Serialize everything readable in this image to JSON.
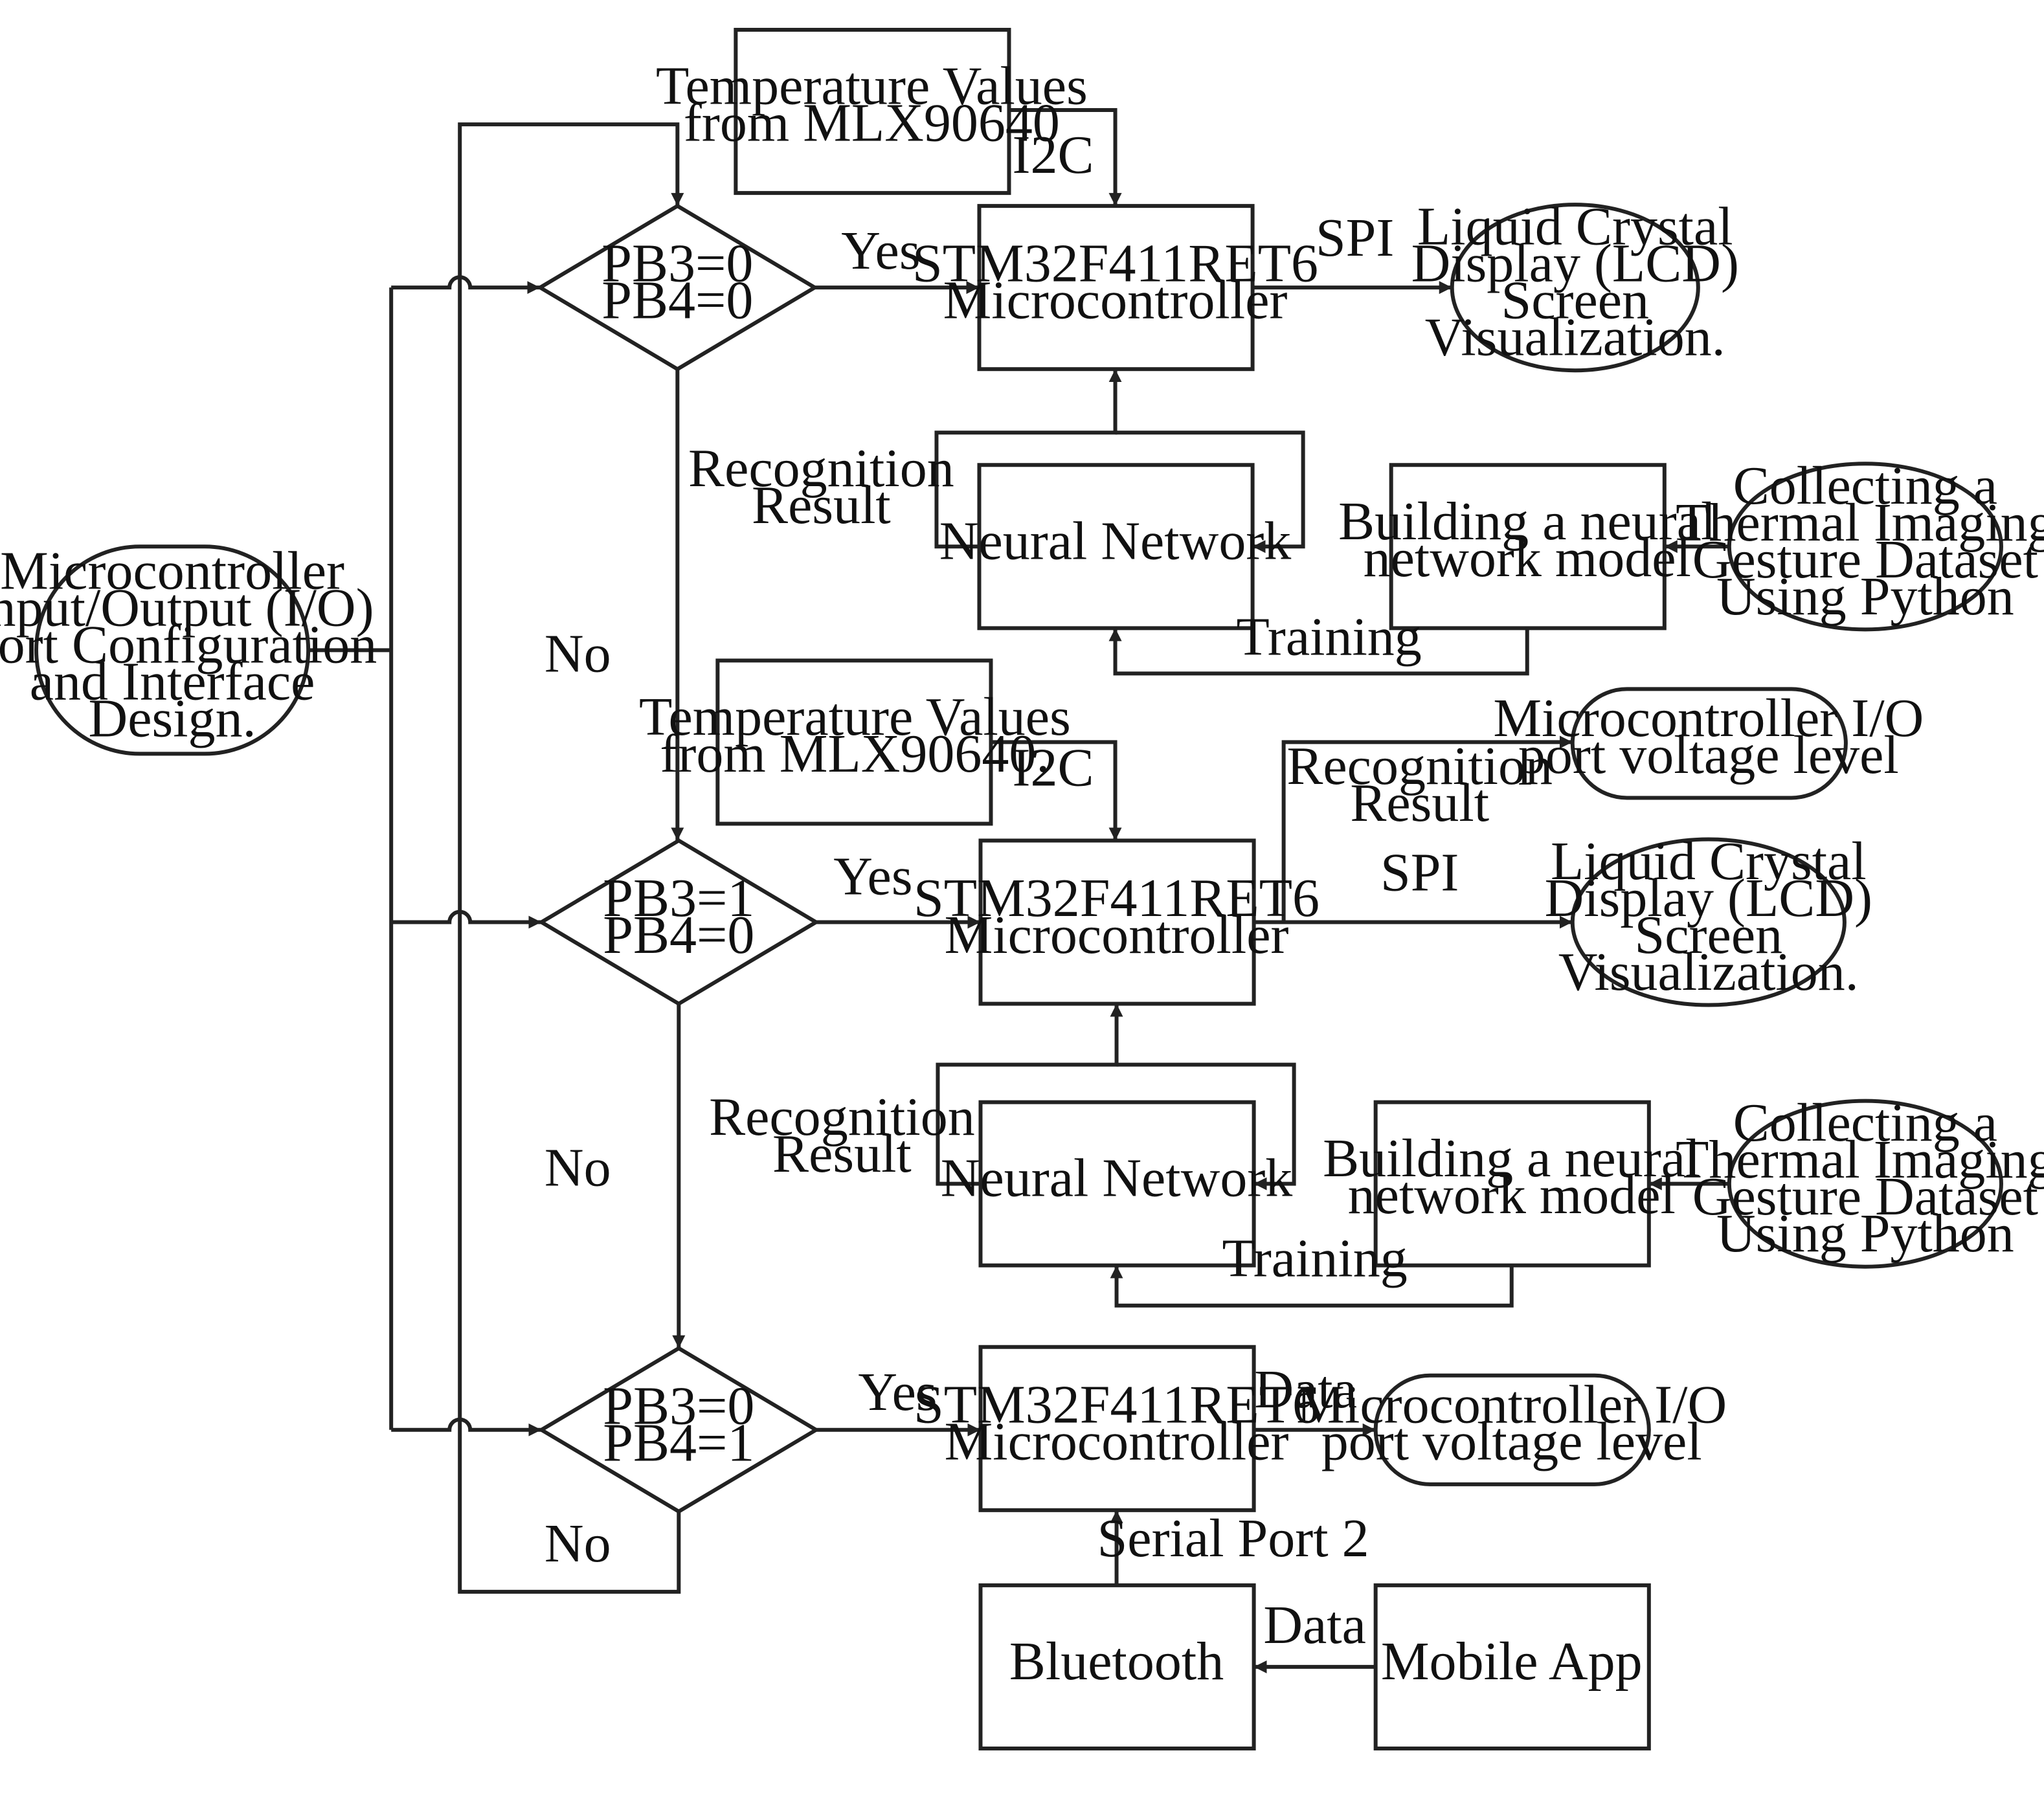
{
  "nodes": {
    "io_config": [
      "Microcontroller",
      "Input/Output (I/O)",
      "Port Configuration",
      "and Interface",
      "Design."
    ],
    "temp1": [
      "Temperature Values",
      "from MLX90640"
    ],
    "temp2": [
      "Temperature Values",
      "from MLX90640."
    ],
    "d1": [
      "PB3=0",
      "PB4=0"
    ],
    "d2": [
      "PB3=1",
      "PB4=0"
    ],
    "d3": [
      "PB3=0",
      "PB4=1"
    ],
    "mcu1": [
      "STM32F411RET6",
      "Microcontroller"
    ],
    "mcu2": [
      "STM32F411RET6",
      "Microcontroller"
    ],
    "mcu3": [
      "STM32F411RET6",
      "Microcontroller"
    ],
    "lcd1": [
      "Liquid Crystal",
      "Display (LCD)",
      "Screen",
      "Visualization."
    ],
    "lcd2": [
      "Liquid Crystal",
      "Display (LCD)",
      "Screen",
      "Visualization."
    ],
    "nn1": [
      "Neural Network"
    ],
    "nn2": [
      "Neural Network"
    ],
    "build1": [
      "Building a neural",
      "network model"
    ],
    "build2": [
      "Building a neural",
      "network model"
    ],
    "dataset1": [
      "Collecting a",
      "Thermal Imaging",
      "Gesture Dataset",
      "Using Python"
    ],
    "dataset2": [
      "Collecting a",
      "Thermal Imaging",
      "Gesture Dataset",
      "Using Python"
    ],
    "io_voltage1": [
      "Microcontroller I/O",
      "port voltage level"
    ],
    "io_voltage2": [
      "Microcontroller I/O",
      "port voltage level"
    ],
    "bluetooth": [
      "Bluetooth"
    ],
    "mobile_app": [
      "Mobile App"
    ]
  },
  "edge_labels": {
    "i2c_1": [
      "I2C"
    ],
    "spi_1": [
      "SPI"
    ],
    "yes_1": [
      "Yes"
    ],
    "recog_1": [
      "Recognition",
      "Result"
    ],
    "training_1": [
      "Training"
    ],
    "no_1": [
      "No"
    ],
    "i2c_2": [
      "I2C"
    ],
    "yes_2": [
      "Yes"
    ],
    "recog_io_2": [
      "Recognition",
      "Result"
    ],
    "spi_2": [
      "SPI"
    ],
    "recog_2": [
      "Recognition",
      "Result"
    ],
    "training_2": [
      "Training"
    ],
    "no_2": [
      "No"
    ],
    "yes_3": [
      "Yes"
    ],
    "data_out_3": [
      "Data"
    ],
    "serial_port": [
      "Serial Port 2"
    ],
    "data_app": [
      "Data"
    ],
    "no_3": [
      "No"
    ]
  }
}
